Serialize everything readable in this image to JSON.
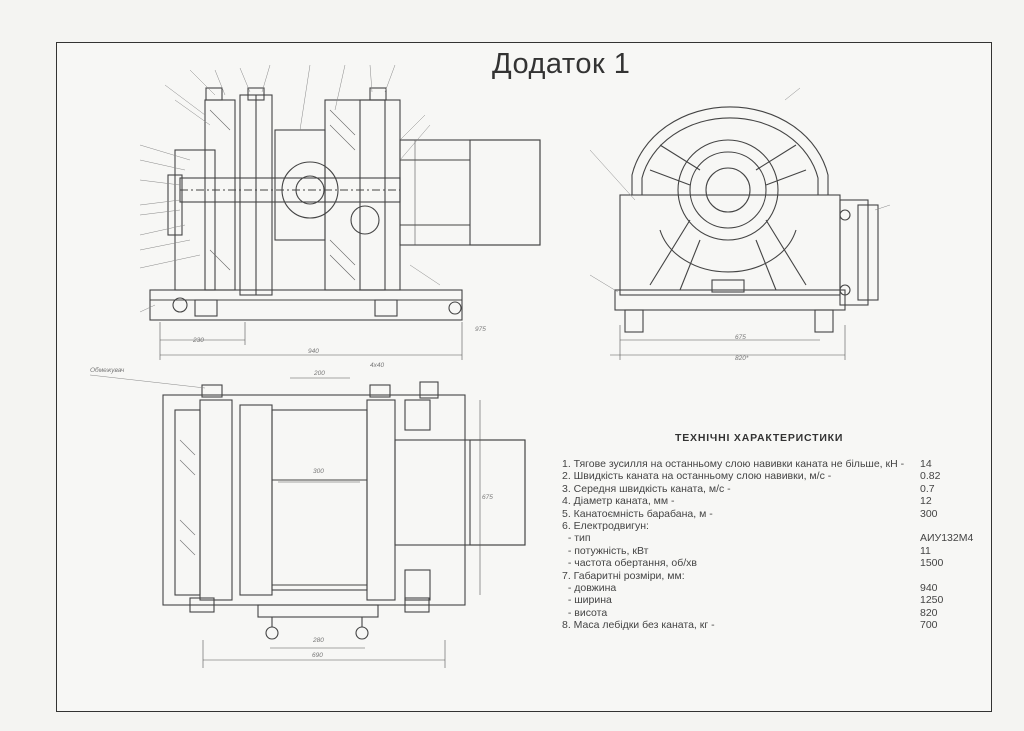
{
  "sheet": {
    "title": "Додаток 1"
  },
  "drawing_labels": {
    "dim_230": "230",
    "dim_940": "940",
    "dim_975": "975",
    "dim_675": "675",
    "dim_820": "820*",
    "dim_200": "200",
    "dim_300": "300",
    "dim_280": "280",
    "dim_690": "690",
    "dim_675v": "675",
    "limiter": "Обмежувач",
    "dim_4x40": "4x40"
  },
  "specs": {
    "heading": "ТЕХНІЧНІ ХАРАКТЕРИСТИКИ",
    "rows": [
      {
        "label": "1. Тягове зусилля на останньому слою навивки каната не більше, кН -",
        "value": "14"
      },
      {
        "label": "2. Швидкість каната на останньому слою навивки, м/с -",
        "value": "0.82"
      },
      {
        "label": "3. Середня швидкість каната, м/с -",
        "value": "0.7"
      },
      {
        "label": "4. Діаметр каната, мм -",
        "value": "12"
      },
      {
        "label": "5. Канатоємність барабана, м -",
        "value": "300"
      },
      {
        "label": "6. Електродвигун:",
        "value": ""
      },
      {
        "label": "  - тип",
        "value": "АИУ132М4"
      },
      {
        "label": "  - потужність, кВт",
        "value": "11"
      },
      {
        "label": "  - частота обертання, об/хв",
        "value": "1500"
      },
      {
        "label": "7. Габаритні розміри, мм:",
        "value": ""
      },
      {
        "label": "  - довжина",
        "value": "940"
      },
      {
        "label": "  - ширина",
        "value": "1250"
      },
      {
        "label": "  - висота",
        "value": "820"
      },
      {
        "label": "8. Маса лебідки без каната, кг -",
        "value": "700"
      }
    ]
  }
}
